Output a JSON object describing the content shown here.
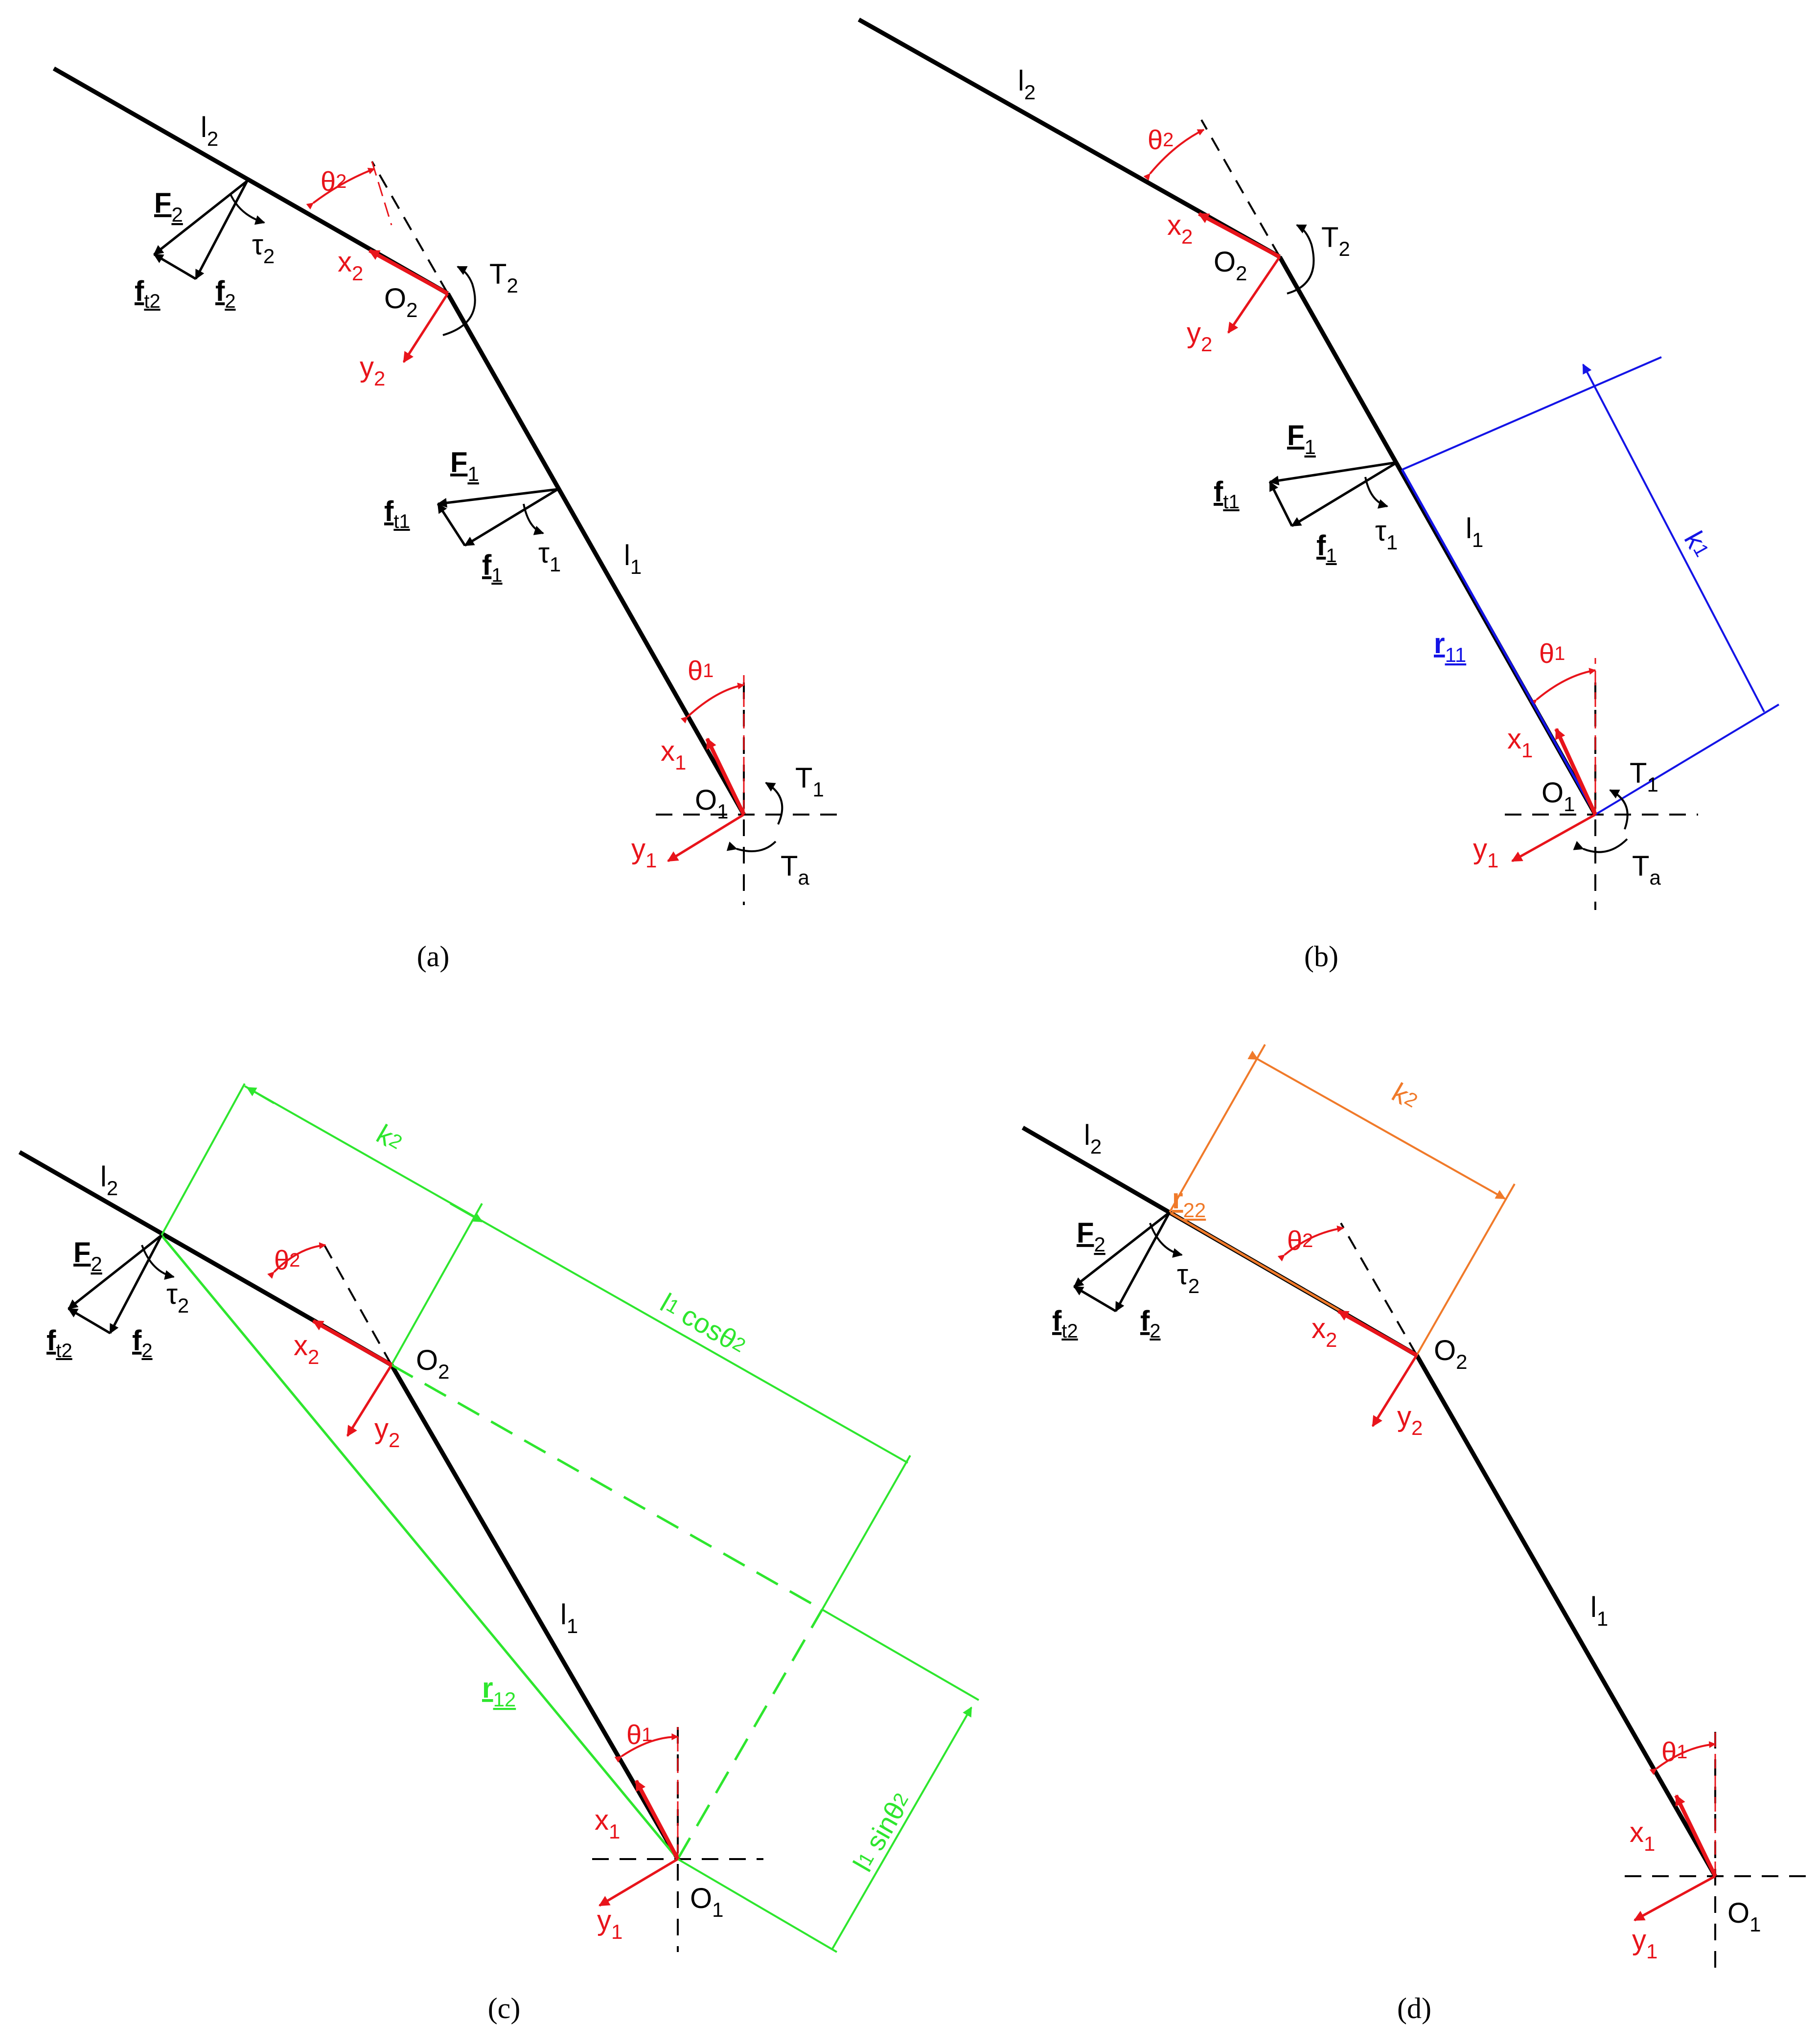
{
  "colors": {
    "link": "#000000",
    "axes": "#e8141b",
    "dim_b": "#1414e6",
    "dim_c": "#2ee62e",
    "dim_d": "#f07a2a"
  },
  "panels": [
    {
      "caption": "(a)",
      "labels": {
        "l2": "l",
        "l2_sub": "2",
        "theta2": "θ",
        "theta2_sub": "2",
        "F2": "F",
        "F2_sub": "2",
        "tau2": "τ",
        "tau2_sub": "2",
        "ft2": "f",
        "ft2_sub": "t2",
        "f2": "f",
        "f2_sub": "2",
        "x2": "x",
        "x2_sub": "2",
        "O2": "O",
        "O2_sub": "2",
        "T2": "T",
        "T2_sub": "2",
        "y2": "y",
        "y2_sub": "2",
        "F1": "F",
        "F1_sub": "1",
        "ft1": "f",
        "ft1_sub": "t1",
        "f1": "f",
        "f1_sub": "1",
        "tau1": "τ",
        "tau1_sub": "1",
        "l1": "l",
        "l1_sub": "1",
        "theta1": "θ",
        "theta1_sub": "1",
        "x1": "x",
        "x1_sub": "1",
        "O1": "O",
        "O1_sub": "1",
        "T1": "T",
        "T1_sub": "1",
        "y1": "y",
        "y1_sub": "1",
        "Ta": "T",
        "Ta_sub": "a"
      }
    },
    {
      "caption": "(b)",
      "labels": {
        "l2": "l",
        "l2_sub": "2",
        "theta2": "θ",
        "theta2_sub": "2",
        "x2": "x",
        "x2_sub": "2",
        "O2": "O",
        "O2_sub": "2",
        "T2": "T",
        "T2_sub": "2",
        "y2": "y",
        "y2_sub": "2",
        "F1": "F",
        "F1_sub": "1",
        "ft1": "f",
        "ft1_sub": "t1",
        "f1": "f",
        "f1_sub": "1",
        "tau1": "τ",
        "tau1_sub": "1",
        "l1": "l",
        "l1_sub": "1",
        "k1": "k",
        "k1_sub": "1",
        "r11": "r",
        "r11_sub": "11",
        "theta1": "θ",
        "theta1_sub": "1",
        "x1": "x",
        "x1_sub": "1",
        "O1": "O",
        "O1_sub": "1",
        "T1": "T",
        "T1_sub": "1",
        "y1": "y",
        "y1_sub": "1",
        "Ta": "T",
        "Ta_sub": "a"
      }
    },
    {
      "caption": "(c)",
      "labels": {
        "l2": "l",
        "l2_sub": "2",
        "k2": "k",
        "k2_sub": "2",
        "F2": "F",
        "F2_sub": "2",
        "tau2": "τ",
        "tau2_sub": "2",
        "ft2": "f",
        "ft2_sub": "t2",
        "f2": "f",
        "f2_sub": "2",
        "theta2": "θ",
        "theta2_sub": "2",
        "x2": "x",
        "x2_sub": "2",
        "O2": "O",
        "O2_sub": "2",
        "y2": "y",
        "y2_sub": "2",
        "l1cos_l": "l",
        "l1cos_sub": "1",
        "l1cos_text": " cosθ",
        "l1cos_sub2": "2",
        "l1": "l",
        "l1_sub": "1",
        "r12": "r",
        "r12_sub": "12",
        "theta1": "θ",
        "theta1_sub": "1",
        "x1": "x",
        "x1_sub": "1",
        "O1": "O",
        "O1_sub": "1",
        "y1": "y",
        "y1_sub": "1",
        "l1sin_l": "l",
        "l1sin_sub": "1",
        "l1sin_text": " sinθ",
        "l1sin_sub2": "2"
      }
    },
    {
      "caption": "(d)",
      "labels": {
        "l2": "l",
        "l2_sub": "2",
        "k2": "k",
        "k2_sub": "2",
        "r22": "r",
        "r22_sub": "22",
        "F2": "F",
        "F2_sub": "2",
        "tau2": "τ",
        "tau2_sub": "2",
        "ft2": "f",
        "ft2_sub": "t2",
        "f2": "f",
        "f2_sub": "2",
        "theta2": "θ",
        "theta2_sub": "2",
        "x2": "x",
        "x2_sub": "2",
        "O2": "O",
        "O2_sub": "2",
        "y2": "y",
        "y2_sub": "2",
        "l1": "l",
        "l1_sub": "1",
        "theta1": "θ",
        "theta1_sub": "1",
        "x1": "x",
        "x1_sub": "1",
        "O1": "O",
        "O1_sub": "1",
        "y1": "y",
        "y1_sub": "1"
      }
    }
  ]
}
